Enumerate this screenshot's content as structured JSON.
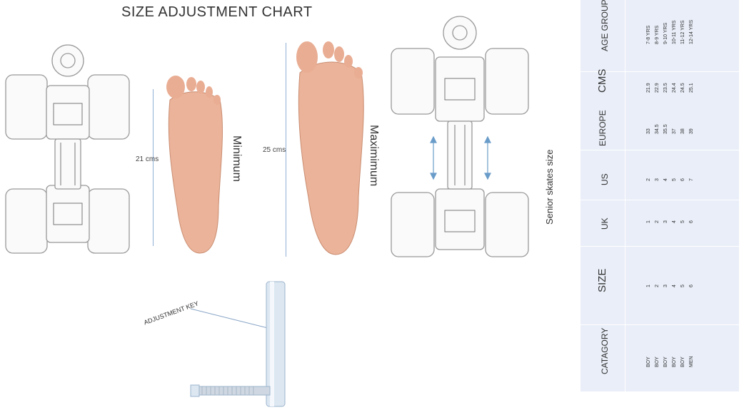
{
  "title": "SIZE ADJUSTMENT CHART",
  "feet": {
    "min_measure": "21 cms",
    "min_label": "Minimum",
    "max_measure": "25 cms",
    "max_label": "Maximimum"
  },
  "senior_label": "Senior skates size",
  "adjustment_key_label": "ADJUSTMENT KEY",
  "table": {
    "headers": {
      "category": "CATAGORY",
      "size": "SIZE",
      "uk": "UK",
      "us": "US",
      "europe": "EUROPE",
      "cms": "CMS",
      "age_group": "AGE GROUP"
    },
    "rows": [
      {
        "category": "BOY",
        "size": "1",
        "uk": "1",
        "us": "2",
        "europe": "33",
        "cms": "21.9",
        "age": "7-8 YRS"
      },
      {
        "category": "BOY",
        "size": "2",
        "uk": "2",
        "us": "3",
        "europe": "34.5",
        "cms": "22.9",
        "age": "8-9 YRS"
      },
      {
        "category": "BOY",
        "size": "3",
        "uk": "3",
        "us": "4",
        "europe": "35.5",
        "cms": "23.5",
        "age": "9-10 YRS"
      },
      {
        "category": "BOY",
        "size": "4",
        "uk": "4",
        "us": "5",
        "europe": "37",
        "cms": "24.4",
        "age": "10-11 YRS"
      },
      {
        "category": "BOY",
        "size": "5",
        "uk": "5",
        "us": "6",
        "europe": "38",
        "cms": "24.5",
        "age": "11-12 YRS"
      },
      {
        "category": "MEN",
        "size": "6",
        "uk": "6",
        "us": "7",
        "europe": "39",
        "cms": "25.1",
        "age": "12-14 YRS"
      }
    ]
  }
}
